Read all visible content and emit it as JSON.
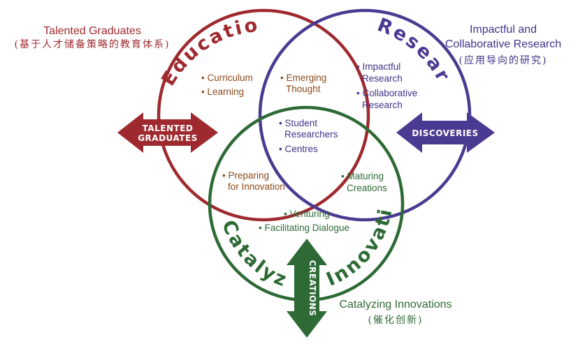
{
  "colors": {
    "education": "#9e2a2f",
    "research": "#4b3a91",
    "catalyzing": "#2e6a35",
    "educationText": "#8a4a1c",
    "researchText": "#3f3489",
    "catalyzingText": "#2f6a36"
  },
  "circles": {
    "education": {
      "title": "Education"
    },
    "research": {
      "title": "Research"
    },
    "catalyzing": {
      "title_left": "Catalyzing",
      "title_right": "Innovations"
    }
  },
  "items": {
    "curriculum": "• Curriculum",
    "learning": "• Learning",
    "emerging_1": "• Emerging",
    "emerging_2": "Thought",
    "impactful_1": "• Impactful",
    "impactful_2": "Research",
    "collaborative_1": "• Collaborative",
    "collaborative_2": "Research",
    "student_1": "• Student",
    "student_2": "Researchers",
    "centres": "• Centres",
    "preparing_1": "• Preparing",
    "preparing_2": "for Innovation",
    "maturing_1": "• Maturing",
    "maturing_2": "Creations",
    "venturing": "• Venturing",
    "dialogue": "• Facilitating Dialogue"
  },
  "arrows": {
    "talented_1": "TALENTED",
    "talented_2": "GRADUATES",
    "discoveries": "DISCOVERIES",
    "creations": "CREATIONS"
  },
  "captions": {
    "talented_en": "Talented Graduates",
    "talented_cn": "(基于人才储备策略的教育体系)",
    "impactful_en_1": "Impactful and",
    "impactful_en_2": "Collaborative Research",
    "impactful_cn": "(应用导向的研究)",
    "catalyzing_en": "Catalyzing Innovations",
    "catalyzing_cn": "(催化创新)"
  }
}
